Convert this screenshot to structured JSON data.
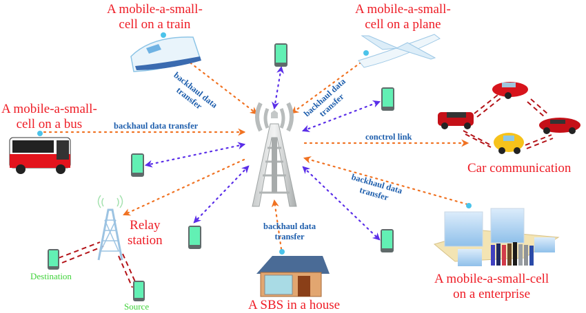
{
  "title": "Mobile small cell network scenario",
  "colors": {
    "backhaul_link": "#f07222",
    "access_link": "#5a2ee8",
    "d2d_link": "#b31217",
    "phone_screen": "#62f0b4",
    "phone_body": "#5f6a6a",
    "label_red": "#ee1c25",
    "label_blue": "#1f5fad",
    "label_green": "#3fd23a"
  },
  "labels": {
    "train": [
      "A mobile-a-small-",
      "cell on a train"
    ],
    "plane": [
      "A mobile-a-small-",
      "cell on a plane"
    ],
    "bus": [
      "A mobile-a-small-",
      "cell on a bus"
    ],
    "car": "Car communication",
    "relay": [
      "Relay",
      "station"
    ],
    "house": "A SBS in a house",
    "enterprise": [
      "A mobile-a-small-cell",
      "on a enterprise"
    ],
    "destination": "Destination",
    "source": "Source"
  },
  "link_labels": {
    "train": [
      "backhaul data",
      "transfer"
    ],
    "plane": [
      "backhaul data",
      "transfer"
    ],
    "bus": "backhaul data transfer",
    "control": "conctrol link",
    "enterprise": [
      "backhaul data",
      "transfer"
    ],
    "house": [
      "backhaul data",
      "transfer"
    ]
  },
  "nodes": [
    {
      "id": "sbs",
      "icon": "cell-tower-icon"
    },
    {
      "id": "train",
      "icon": "train-icon"
    },
    {
      "id": "plane",
      "icon": "plane-icon"
    },
    {
      "id": "bus",
      "icon": "bus-icon"
    },
    {
      "id": "cars",
      "icon": "car-icon"
    },
    {
      "id": "relay",
      "icon": "relay-tower-icon"
    },
    {
      "id": "house",
      "icon": "house-icon"
    },
    {
      "id": "enterprise",
      "icon": "office-building-icon"
    }
  ],
  "links": [
    {
      "from": "train",
      "to": "sbs",
      "type": "backhaul"
    },
    {
      "from": "plane",
      "to": "sbs",
      "type": "backhaul"
    },
    {
      "from": "bus",
      "to": "sbs",
      "type": "backhaul"
    },
    {
      "from": "sbs",
      "to": "cars",
      "type": "control"
    },
    {
      "from": "enterprise",
      "to": "sbs",
      "type": "backhaul"
    },
    {
      "from": "house",
      "to": "sbs",
      "type": "backhaul"
    },
    {
      "from": "sbs",
      "to": "relay",
      "type": "backhaul"
    },
    {
      "from": "sbs",
      "to": "phone-top",
      "type": "access"
    },
    {
      "from": "sbs",
      "to": "phone-right",
      "type": "access"
    },
    {
      "from": "sbs",
      "to": "phone-left",
      "type": "access"
    },
    {
      "from": "sbs",
      "to": "phone-lower-left",
      "type": "access"
    },
    {
      "from": "sbs",
      "to": "phone-lower-right",
      "type": "access"
    }
  ]
}
